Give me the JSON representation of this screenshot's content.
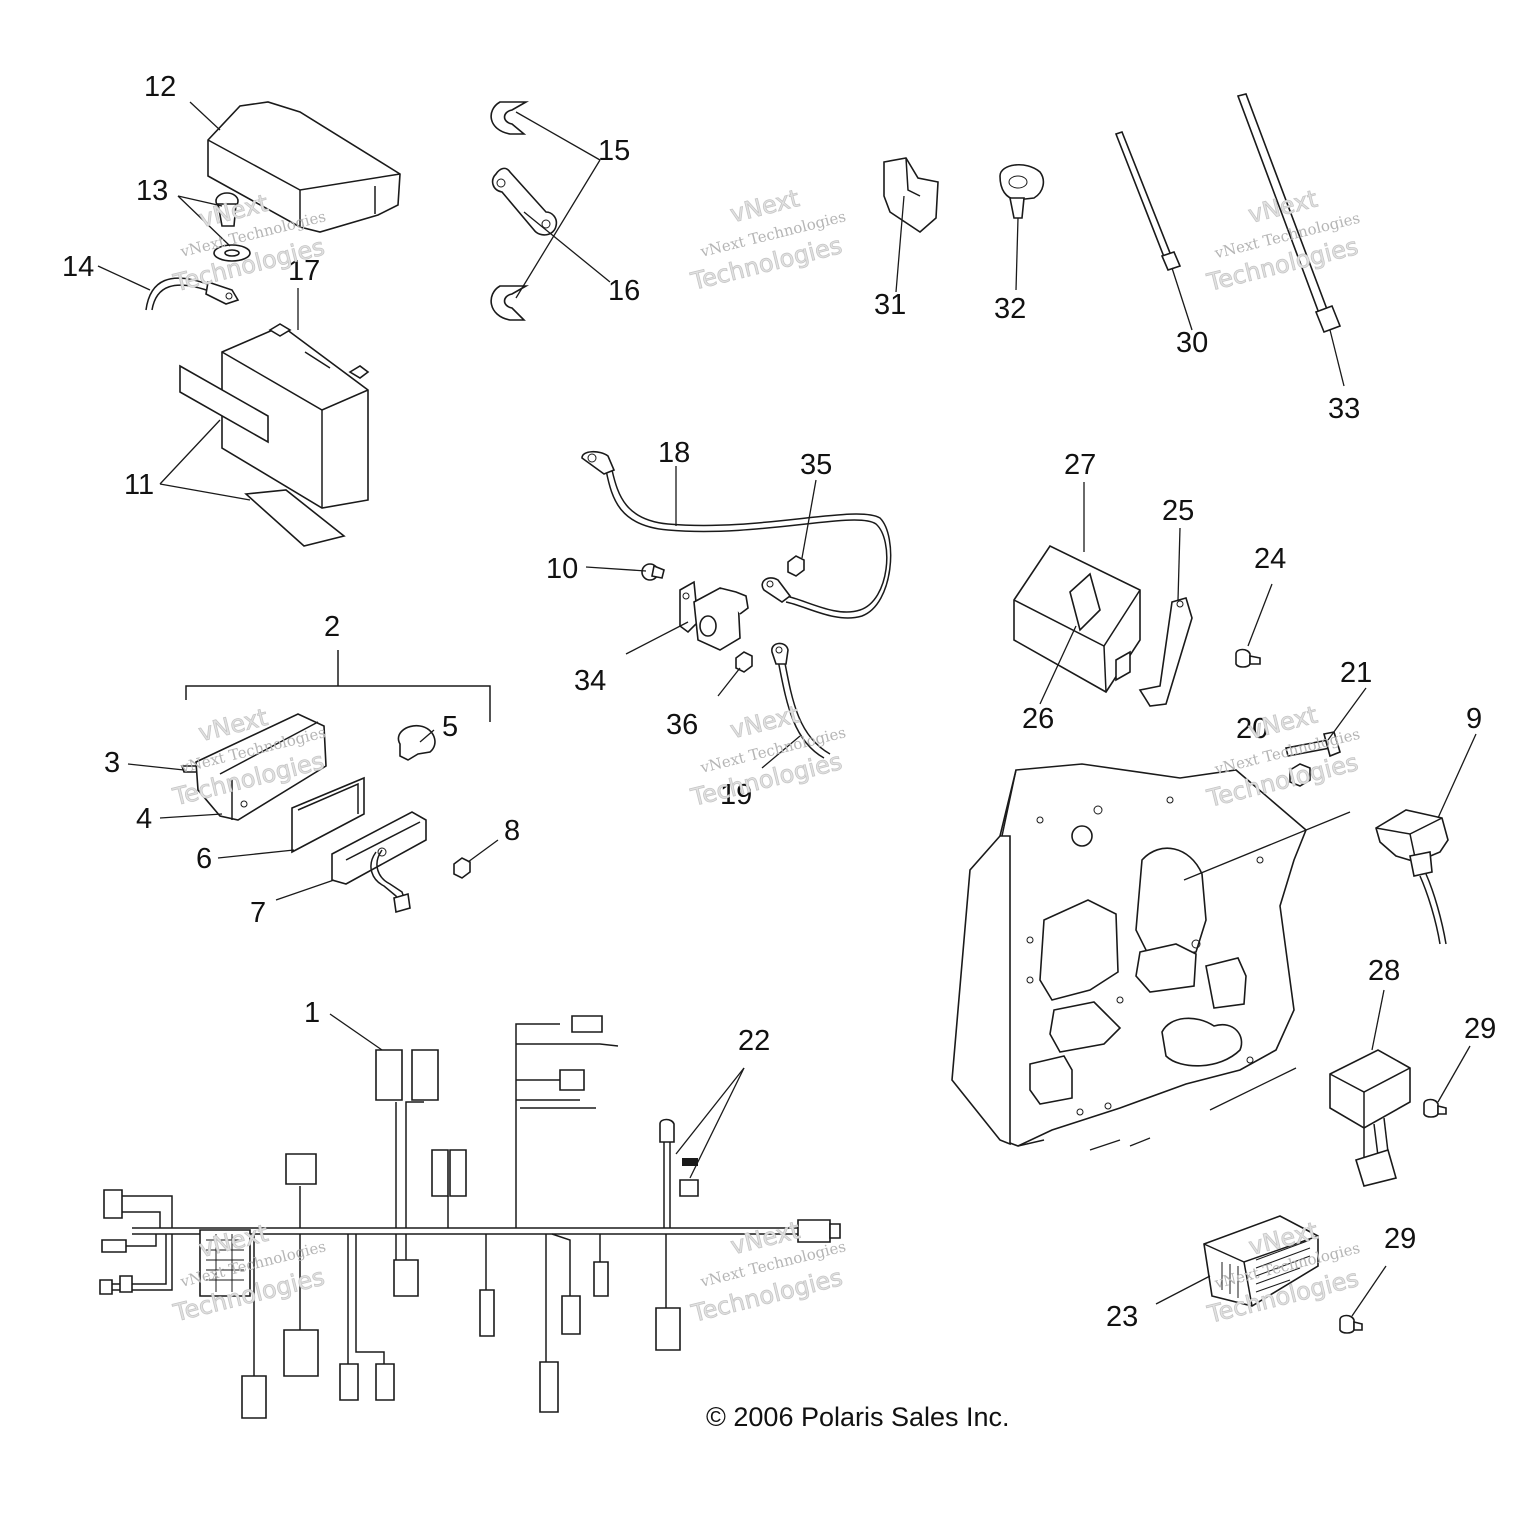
{
  "diagram": {
    "copyright": "© 2006 Polaris Sales Inc.",
    "watermark": {
      "line1": "vNext Technologies",
      "line2": "Technologies",
      "line_a": "vNext"
    },
    "callouts": [
      "1",
      "2",
      "3",
      "4",
      "5",
      "6",
      "7",
      "8",
      "9",
      "10",
      "11",
      "12",
      "13",
      "14",
      "15",
      "16",
      "17",
      "18",
      "19",
      "20",
      "21",
      "22",
      "23",
      "24",
      "25",
      "26",
      "27",
      "28",
      "29",
      "29",
      "30",
      "31",
      "32",
      "33",
      "34",
      "35",
      "36"
    ]
  }
}
